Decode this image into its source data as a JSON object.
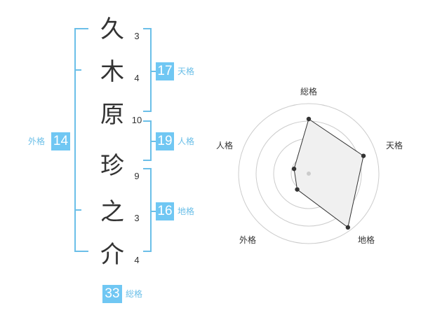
{
  "name": {
    "surname": [
      {
        "char": "久",
        "strokes": "3"
      },
      {
        "char": "木",
        "strokes": "4"
      },
      {
        "char": "原",
        "strokes": "10"
      }
    ],
    "given": [
      {
        "char": "珍",
        "strokes": "9"
      },
      {
        "char": "之",
        "strokes": "3"
      },
      {
        "char": "介",
        "strokes": "4"
      }
    ]
  },
  "kaku": {
    "tenkaku": {
      "value": "17",
      "label": "天格"
    },
    "jinkaku": {
      "value": "19",
      "label": "人格"
    },
    "chikaku": {
      "value": "16",
      "label": "地格"
    },
    "gaikaku": {
      "value": "14",
      "label": "外格"
    },
    "soukaku": {
      "value": "33",
      "label": "総格"
    }
  },
  "chart_data": {
    "type": "radar",
    "axes": [
      "総格",
      "天格",
      "地格",
      "外格",
      "人格"
    ],
    "values": [
      0.78,
      0.82,
      0.95,
      0.28,
      0.22
    ],
    "range": [
      0,
      1
    ],
    "rings": 4,
    "colors": {
      "fill": "#f0f0f0",
      "stroke": "#333333",
      "grid": "#cccccc",
      "point": "#333333",
      "center": "#cccccc"
    }
  }
}
